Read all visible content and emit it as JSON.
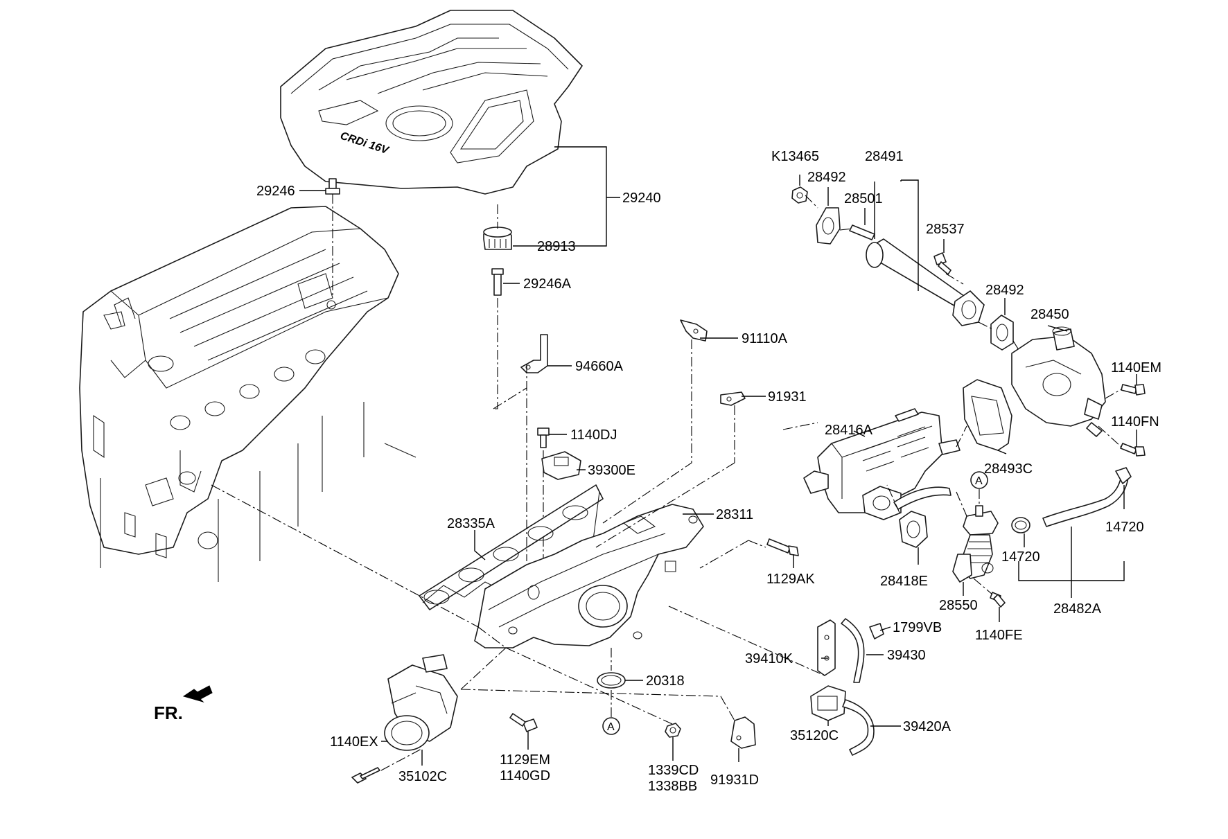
{
  "direction_marker": "FR.",
  "logo_text": "CRDi 16V",
  "ref_marker": "A",
  "labels": {
    "l_29246": "29246",
    "l_29240": "29240",
    "l_28913": "28913",
    "l_29246A": "29246A",
    "l_94660A": "94660A",
    "l_91110A": "91110A",
    "l_91931": "91931",
    "l_1140DJ": "1140DJ",
    "l_39300E": "39300E",
    "l_28335A": "28335A",
    "l_28311": "28311",
    "l_1129AK": "1129AK",
    "l_20318": "20318",
    "l_1140EX": "1140EX",
    "l_35102C": "35102C",
    "l_1129EM": "1129EM",
    "l_1140GD": "1140GD",
    "l_1339CD": "1339CD",
    "l_1338BB": "1338BB",
    "l_91931D": "91931D",
    "l_39410K": "39410K",
    "l_1799VB": "1799VB",
    "l_39430": "39430",
    "l_35120C": "35120C",
    "l_39420A": "39420A",
    "l_K13465": "K13465",
    "l_28492a": "28492",
    "l_28491": "28491",
    "l_28501": "28501",
    "l_28537": "28537",
    "l_28492b": "28492",
    "l_28450": "28450",
    "l_1140EM": "1140EM",
    "l_1140FN": "1140FN",
    "l_28416A": "28416A",
    "l_28493C": "28493C",
    "l_14720a": "14720",
    "l_14720b": "14720",
    "l_28418E": "28418E",
    "l_28550": "28550",
    "l_1140FE": "1140FE",
    "l_28482A": "28482A"
  }
}
